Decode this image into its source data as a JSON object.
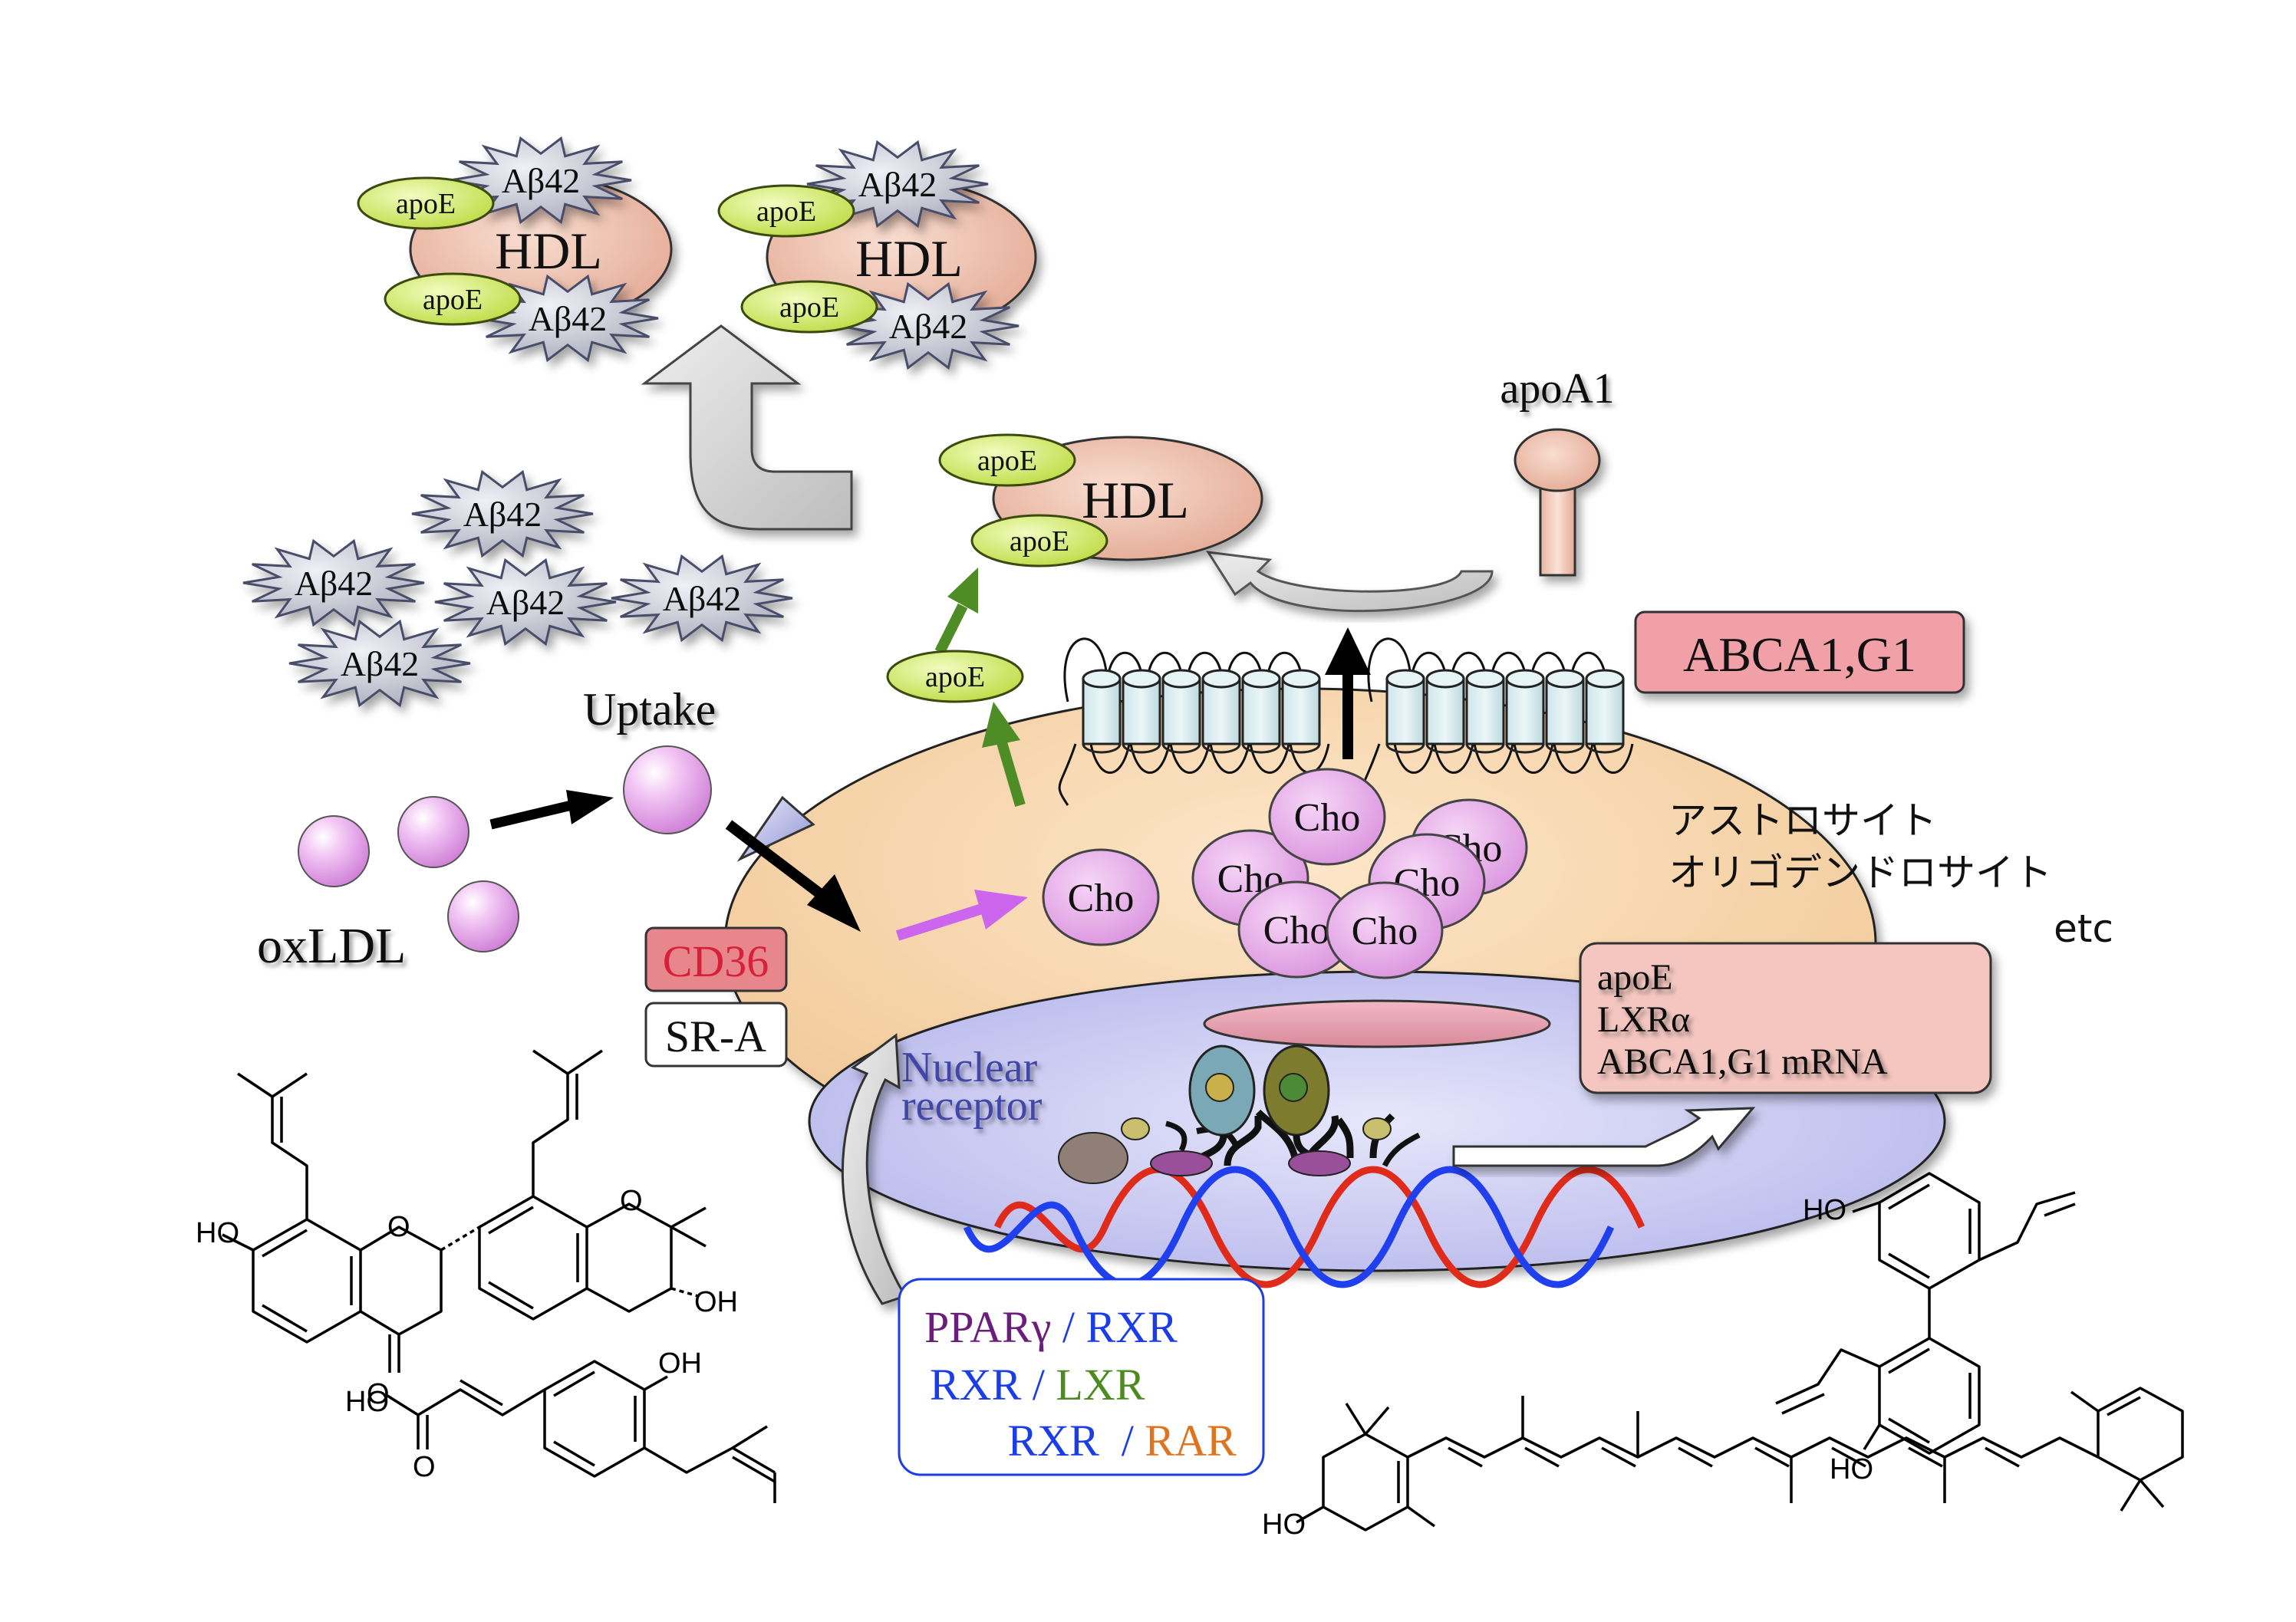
{
  "labels": {
    "hdl": "HDL",
    "apoe": "apoE",
    "abeta": "Aβ42",
    "apoa1": "apoA1",
    "uptake": "Uptake",
    "oxldl": "oxLDL",
    "cd36": "CD36",
    "sra": "SR-A",
    "cho": "Cho",
    "abca": "ABCA1,G1",
    "nuclear_line1": "Nuclear",
    "nuclear_line2": "receptor",
    "cell_types": [
      "アストロサイト",
      "オリゴデンドロサイト",
      "etc"
    ],
    "induced": [
      "apoE",
      "LXRα",
      "ABCA1,G1 mRNA"
    ]
  },
  "receptors": [
    {
      "left": "PPARγ",
      "sep": " / ",
      "right": "RXR"
    },
    {
      "left": "RXR",
      "sep": " / ",
      "right": "LXR"
    },
    {
      "left": "RXR",
      "sep": "  / ",
      "right": "RAR"
    }
  ],
  "chem_labels": {
    "ho": "HO",
    "oh": "OH",
    "o": "O"
  },
  "colors": {
    "cell": "#f6d2a6",
    "nucleus": "#c8c8f0",
    "hdl": "#eebfa8",
    "apoe": "#d5ec5c",
    "abeta": "#c5c7d3",
    "oxldl": "#eab0ee",
    "cho": "#e3a4e6",
    "cd36": "#e8868d",
    "abca_box": "#f2a0a8",
    "induced_box": "#f4c6bf",
    "green_arrow": "#4e8c25",
    "magenta_arrow": "#cc66ee",
    "ppar": "#6a1d7a",
    "rxr": "#1a3de8",
    "lxr": "#4d8a22",
    "rar": "#e0731e",
    "dna_red": "#e02a1a",
    "dna_blue": "#2040f0"
  }
}
